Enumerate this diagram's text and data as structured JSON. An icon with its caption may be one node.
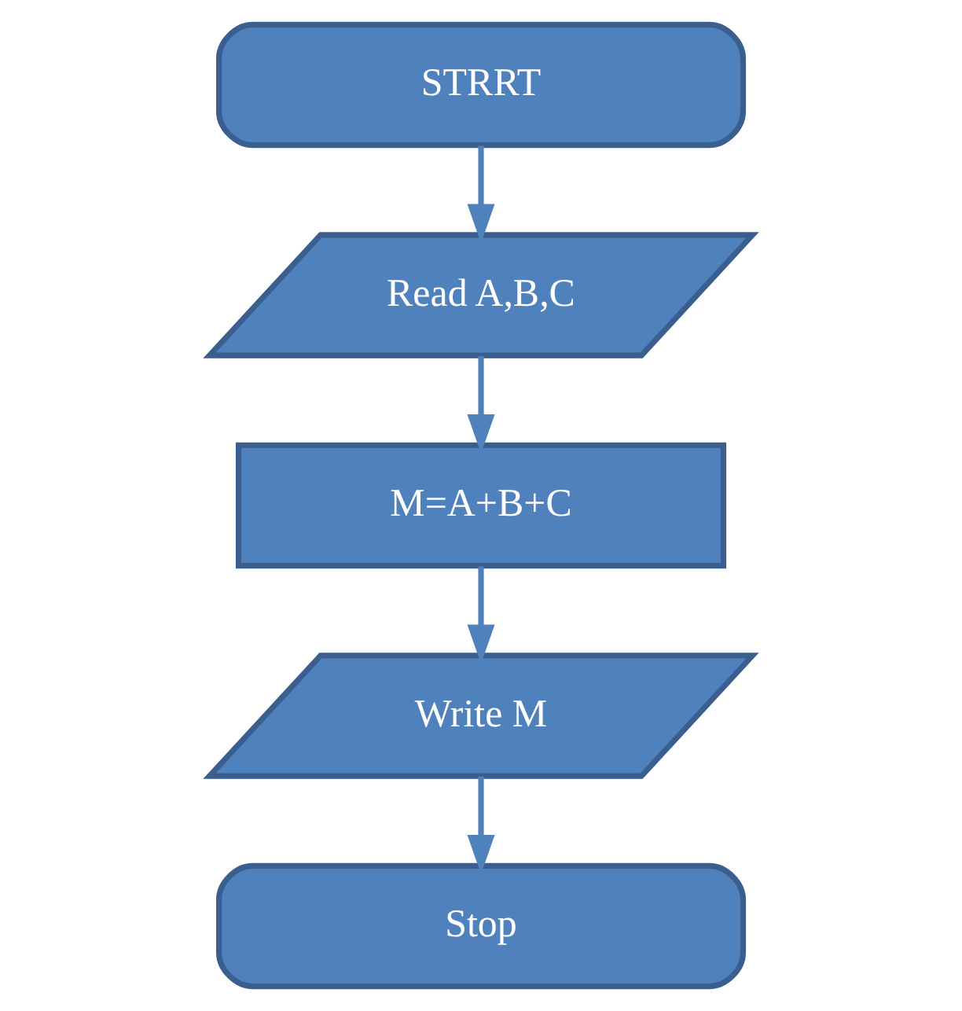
{
  "diagram": {
    "nodes": [
      {
        "text": [
          "STRRT"
        ]
      },
      {
        "text": [
          "Read A,B,C"
        ]
      },
      {
        "text": [
          "M=A+B+C"
        ]
      },
      {
        "text": [
          "Write M"
        ]
      },
      {
        "text": [
          "Stop"
        ]
      }
    ],
    "edges": [
      {
        "from": 0,
        "to": 1,
        "arrow": "to"
      },
      {
        "from": 1,
        "to": 2,
        "arrow": "to"
      },
      {
        "from": 2,
        "to": 3,
        "arrow": "to"
      },
      {
        "from": 3,
        "to": 4,
        "arrow": "to"
      }
    ]
  }
}
